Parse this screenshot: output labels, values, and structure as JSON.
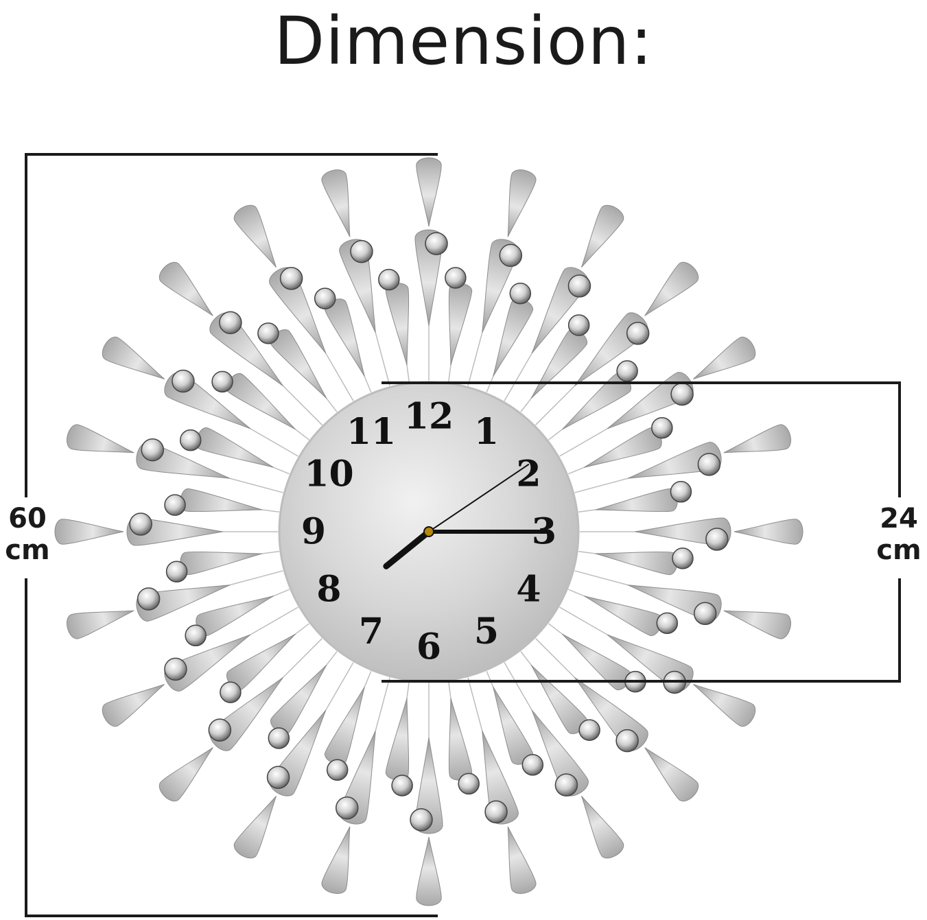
{
  "title": "Dimension:",
  "outer_dimension": {
    "value": "60",
    "unit": "cm"
  },
  "inner_dimension": {
    "value": "24",
    "unit": "cm"
  },
  "clock": {
    "numerals": [
      "12",
      "1",
      "2",
      "3",
      "4",
      "5",
      "6",
      "7",
      "8",
      "9",
      "10",
      "11"
    ],
    "time": {
      "hour": 7.7,
      "minute": 15,
      "second": 10
    }
  },
  "colors": {
    "line": "#1a1a1a",
    "petal": "#c9c9c9",
    "face": "#d7d7d7",
    "crystal": "#e8e8e8"
  }
}
